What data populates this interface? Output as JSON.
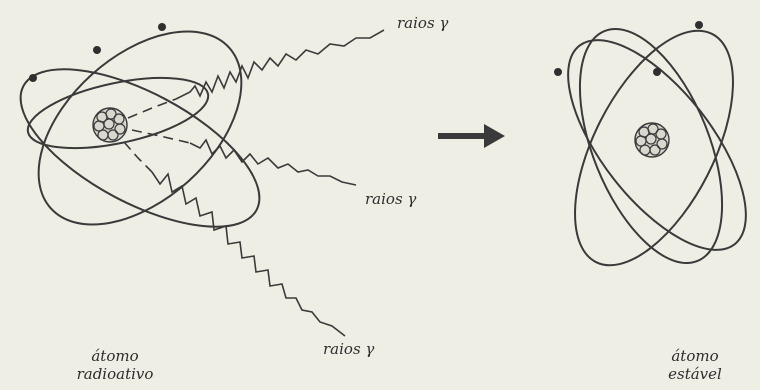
{
  "labels": {
    "ray_top": "raios γ",
    "ray_middle": "raios γ",
    "ray_bottom": "raios γ",
    "radioactive_atom": [
      "átomo",
      "radioativo"
    ],
    "stable_atom": [
      "átomo",
      "estável"
    ]
  },
  "colors": {
    "background": "#efeee5",
    "stroke": "#3a3a3a"
  }
}
